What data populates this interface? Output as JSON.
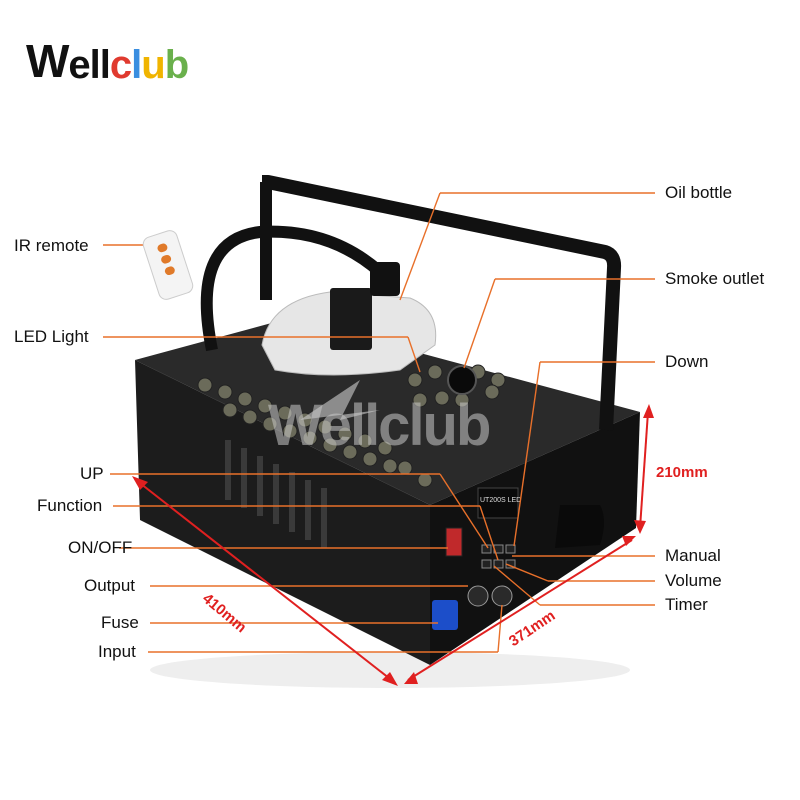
{
  "brand": {
    "logo_letters": [
      "W",
      "e",
      "l",
      "l",
      "c",
      "l",
      "u",
      "b"
    ],
    "logo_colors": [
      "#111111",
      "#111111",
      "#111111",
      "#111111",
      "#e03a2f",
      "#3a8ee0",
      "#f0b400",
      "#6ab04c"
    ],
    "watermark": "Wellclub"
  },
  "labels": {
    "ir_remote": "IR remote",
    "led_light": "LED Light",
    "up": "UP",
    "function": "Function",
    "on_off": "ON/OFF",
    "output": "Output",
    "fuse": "Fuse",
    "input": "Input",
    "oil_bottle": "Oil bottle",
    "smoke_outlet": "Smoke outlet",
    "down": "Down",
    "manual": "Manual",
    "volume": "Volume",
    "timer": "Timer"
  },
  "dimensions": {
    "height": "210mm",
    "length": "410mm",
    "depth": "371mm"
  },
  "panel": {
    "model_label": "UT200S LED"
  },
  "colors": {
    "leader_line": "#e8702a",
    "dimension": "#e02020",
    "body": "#1a1a1a"
  }
}
